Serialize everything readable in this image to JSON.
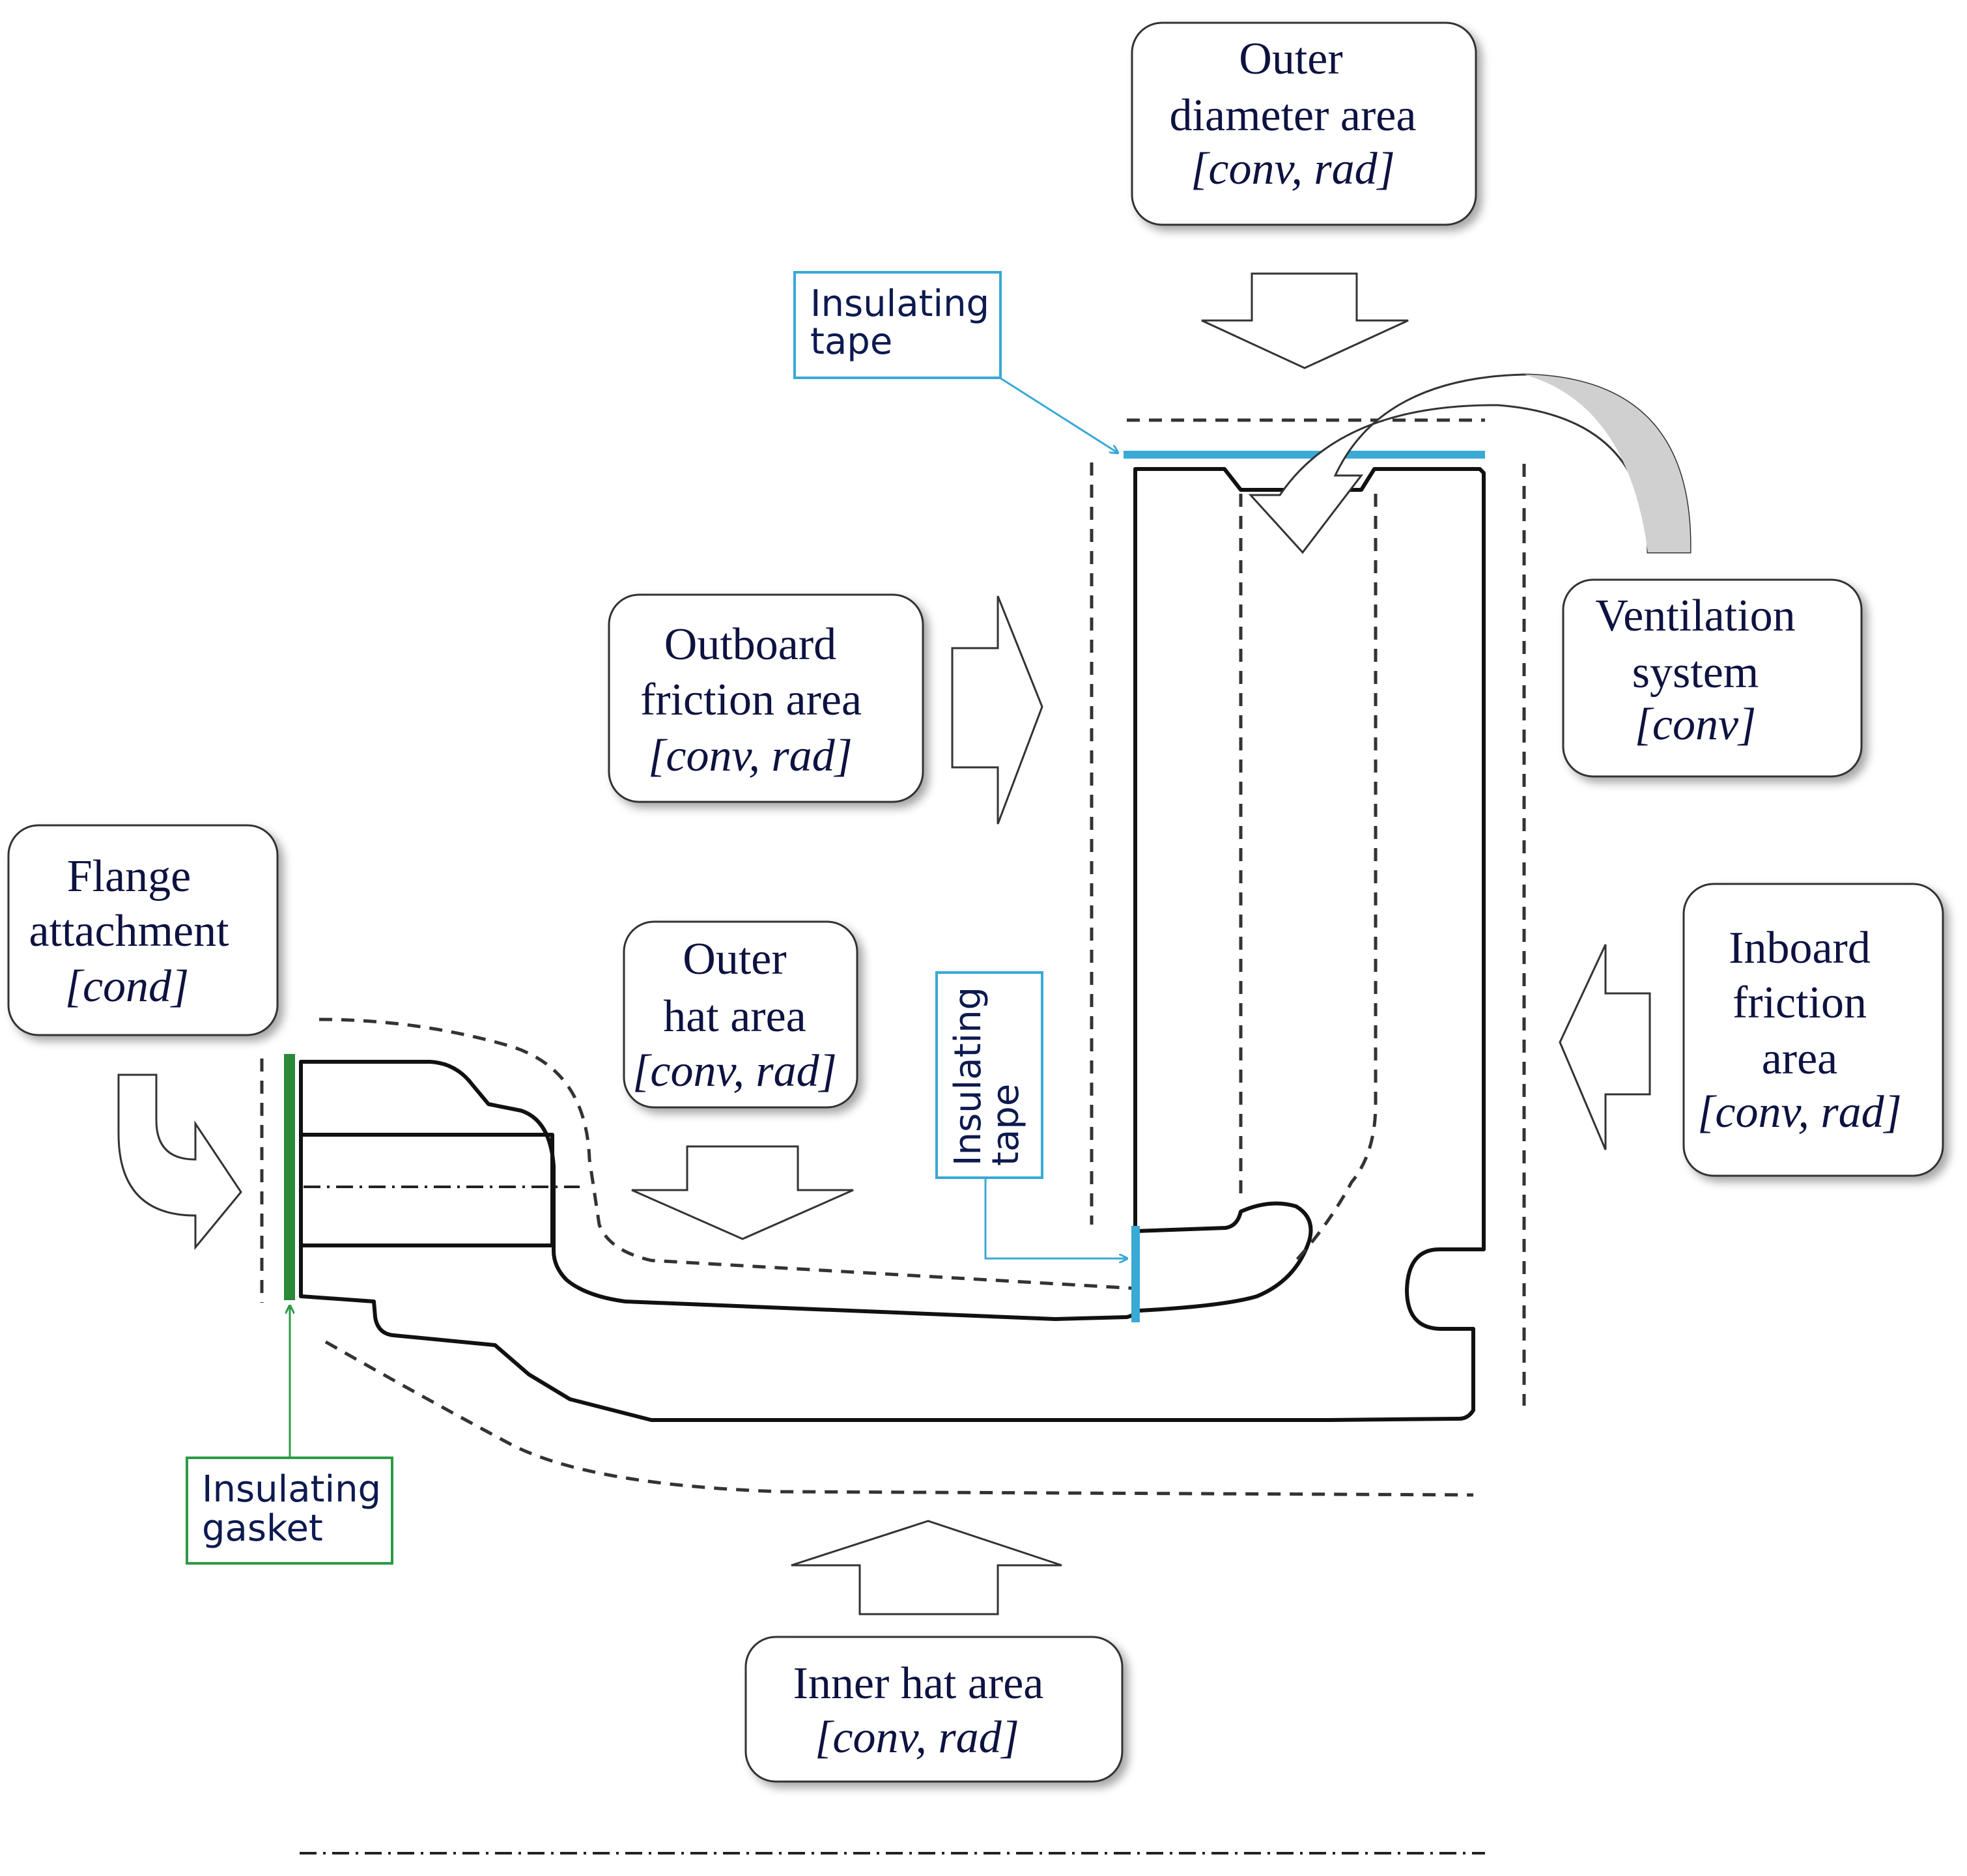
{
  "areas": {
    "outer_diameter": {
      "lines": [
        "Outer",
        "diameter area",
        "[conv, rad]"
      ]
    },
    "outboard_friction": {
      "lines": [
        "Outboard",
        "friction area",
        "[conv, rad]"
      ]
    },
    "ventilation": {
      "lines": [
        "Ventilation",
        "system",
        "[conv]"
      ]
    },
    "flange": {
      "lines": [
        "Flange",
        "attachment",
        "[cond]"
      ]
    },
    "outer_hat": {
      "lines": [
        "Outer",
        "hat area",
        "[conv, rad]"
      ]
    },
    "inboard_friction": {
      "lines": [
        "Inboard",
        "friction",
        "area",
        "[conv, rad]"
      ]
    },
    "inner_hat": {
      "lines": [
        "Inner hat area",
        "[conv, rad]"
      ]
    }
  },
  "insulation": {
    "tape_top": {
      "lines": [
        "Insulating",
        "tape"
      ],
      "color": "#39a9d6"
    },
    "tape_mid": {
      "lines": [
        "Insulating",
        "tape"
      ],
      "color": "#39a9d6"
    },
    "gasket": {
      "lines": [
        "Insulating",
        "gasket"
      ],
      "color": "#2c9a48"
    }
  },
  "colors": {
    "tape": "#39a9d6",
    "gasket": "#2c9a48",
    "gasket_bar": "#2a8a3a",
    "label_text": "#0d1240",
    "outline": "#111111"
  }
}
